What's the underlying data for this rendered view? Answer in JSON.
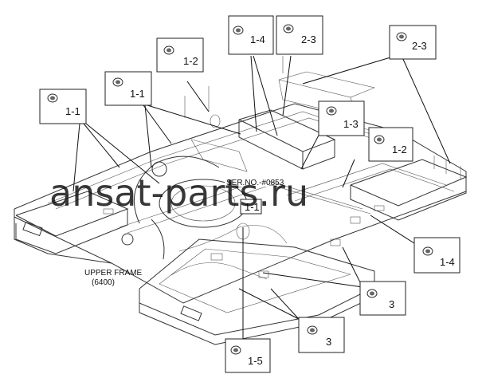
{
  "diagram": {
    "callouts": [
      {
        "id": "c-1-1a",
        "label": "1-1"
      },
      {
        "id": "c-1-1b",
        "label": "1-1"
      },
      {
        "id": "c-1-2a",
        "label": "1-2"
      },
      {
        "id": "c-1-4a",
        "label": "1-4"
      },
      {
        "id": "c-2-3a",
        "label": "2-3"
      },
      {
        "id": "c-2-3b",
        "label": "2-3"
      },
      {
        "id": "c-1-3",
        "label": "1-3"
      },
      {
        "id": "c-1-2b",
        "label": "1-2"
      },
      {
        "id": "c-1-4b",
        "label": "1-4"
      },
      {
        "id": "c-3a",
        "label": "3"
      },
      {
        "id": "c-3b",
        "label": "3"
      },
      {
        "id": "c-1-5",
        "label": "1-5"
      }
    ],
    "ser_no": "SER.NO.-#0853",
    "ser_label": "1-1",
    "frame_title": "UPPER FRAME",
    "frame_code": "(6400)",
    "watermark": "ansat-parts.ru"
  }
}
